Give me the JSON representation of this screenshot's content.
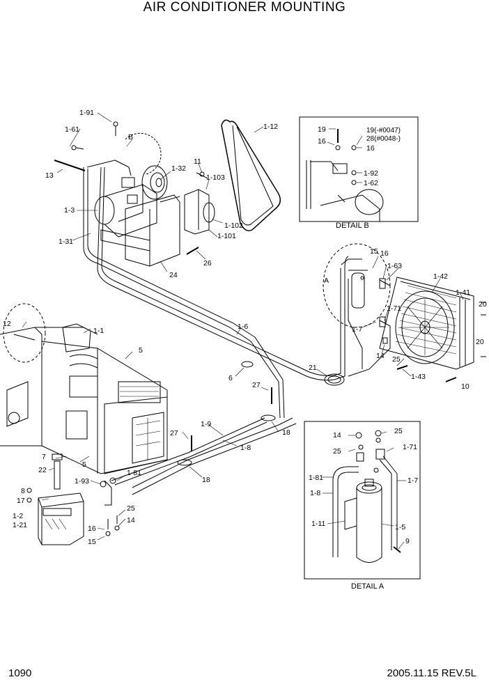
{
  "title": "AIR CONDITIONER MOUNTING",
  "page_number": "1090",
  "footer": "2005.11.15  REV.5L",
  "detail_a": {
    "title": "DETAIL A",
    "labels": {
      "p14": "14",
      "p25a": "25",
      "p25b": "25",
      "p171": "1-71",
      "p181": "1-81",
      "p17": "1-7",
      "p18": "1-8",
      "p111": "1-11",
      "p15": "1-5",
      "p9": "9"
    }
  },
  "detail_b": {
    "title": "DETAIL B",
    "labels": {
      "p19": "19",
      "p19n": "19(-#0047)",
      "p28n": "28(#0048-)",
      "p16a": "16",
      "p16b": "16",
      "p192": "1-92",
      "p162": "1-62"
    }
  },
  "labels": {
    "l191": "1-91",
    "lB": "B",
    "l161": "1-61",
    "l13": "13",
    "l132": "1-32",
    "l11": "11",
    "l1103": "1-103",
    "l13c": "1-3",
    "l131": "1-31",
    "l1102": "1-102",
    "l1101": "1-101",
    "l26": "26",
    "l24": "24",
    "l112": "1-12",
    "l15": "15",
    "l16": "16",
    "l163": "1-63",
    "lA": "A",
    "l142": "1-42",
    "l141": "1-41",
    "l20a": "20",
    "l171": "1-71",
    "l17": "1-7",
    "l20b": "20",
    "l14": "14",
    "l25": "25",
    "l143": "1-43",
    "l10": "10",
    "l12": "12",
    "l11u": "1-1",
    "l5a": "5",
    "l16m": "1-6",
    "l21": "21",
    "l6": "6",
    "l27a": "27",
    "l19": "1-9",
    "l18": "18",
    "l27b": "27",
    "l18b": "1-8",
    "l7": "7",
    "l5b": "5",
    "l22": "22",
    "l181": "1-81",
    "l18c": "18",
    "l8": "8",
    "l193": "1-93",
    "l17u": "17",
    "l12u": "1-2",
    "l121": "1-21",
    "l25b": "25",
    "l14b": "14",
    "l16b": "16",
    "l15b": "15"
  }
}
